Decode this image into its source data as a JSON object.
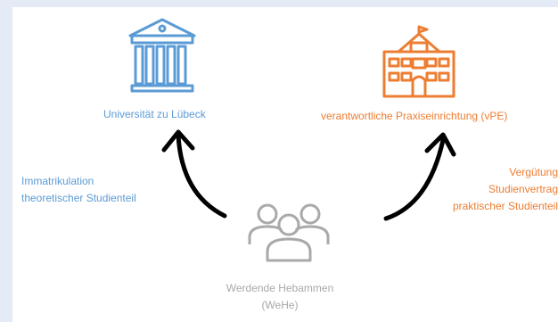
{
  "nodes": {
    "university": {
      "label": "Universität zu Lübeck",
      "icon": "university-building-icon",
      "color": "#5b9bd5"
    },
    "practice": {
      "label": "verantwortliche Praxiseinrichtung (vPE)",
      "icon": "school-building-icon",
      "color": "#ed7d31"
    },
    "students": {
      "label_line1": "Werdende Hebammen",
      "label_line2": "(WeHe)",
      "icon": "people-group-icon",
      "color": "#a9a9a9"
    }
  },
  "edges": {
    "to_university": {
      "line1": "Immatrikulation",
      "line2": "theoretischer Studienteil"
    },
    "to_practice": {
      "line1": "Vergütung",
      "line2": "Studienvertrag",
      "line3": "praktischer Studienteil"
    }
  },
  "colors": {
    "background": "#e5ebf6",
    "arrow": "#000000"
  }
}
